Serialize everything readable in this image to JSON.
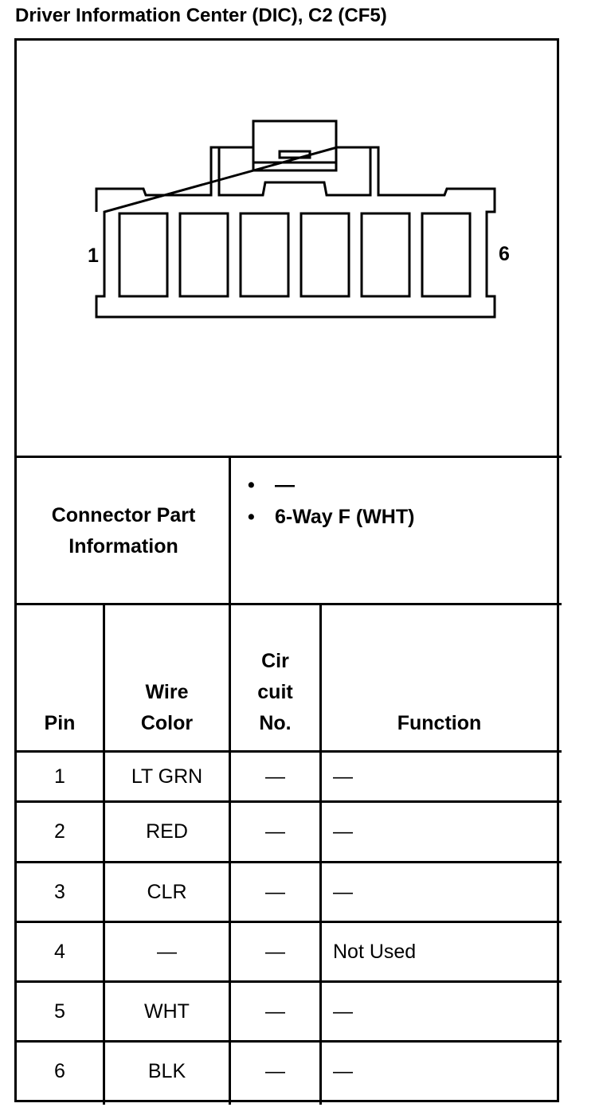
{
  "title": "Driver Information Center (DIC), C2 (CF5)",
  "diagram": {
    "left_pin_label": "1",
    "right_pin_label": "6"
  },
  "connector_part": {
    "label_line1": "Connector Part",
    "label_line2": "Information",
    "items": [
      "—",
      "6-Way F (WHT)"
    ]
  },
  "table": {
    "headers": {
      "pin": "Pin",
      "wire_color_line1": "Wire",
      "wire_color_line2": "Color",
      "circuit_line1": "Cir",
      "circuit_line2": "cuit",
      "circuit_line3": "No.",
      "function": "Function"
    },
    "rows": [
      {
        "pin": "1",
        "wire_color": "LT GRN",
        "circuit": "—",
        "function": "—"
      },
      {
        "pin": "2",
        "wire_color": "RED",
        "circuit": "—",
        "function": "—"
      },
      {
        "pin": "3",
        "wire_color": "CLR",
        "circuit": "—",
        "function": "—"
      },
      {
        "pin": "4",
        "wire_color": "—",
        "circuit": "—",
        "function": "Not Used"
      },
      {
        "pin": "5",
        "wire_color": "WHT",
        "circuit": "—",
        "function": "—"
      },
      {
        "pin": "6",
        "wire_color": "BLK",
        "circuit": "—",
        "function": "—"
      }
    ]
  }
}
